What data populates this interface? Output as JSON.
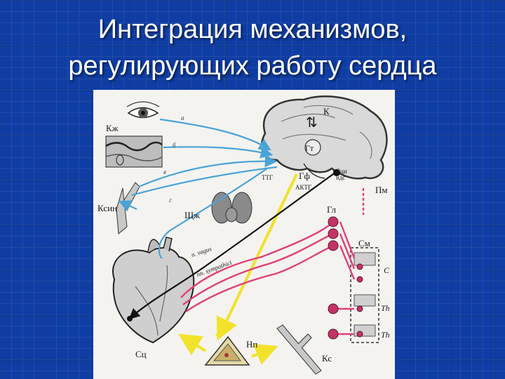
{
  "slide": {
    "title_line1": "Интеграция механизмов,",
    "title_line2": "регулирующих работу сердца",
    "background_color": "#0f3da3",
    "title_color": "#ffffff"
  },
  "diagram": {
    "labels": {
      "cortex": "К",
      "hypothalamus": "Гт",
      "pituitary": "Гф",
      "cortex_arrows": "⇅",
      "ttg": "ТТГ",
      "actg": "АКТГ",
      "sci_ndc": "Сци\nндс",
      "medulla": "Пм",
      "ganglion": "Гл",
      "spinal_cord": "См",
      "c_segment": "С",
      "th_segment_1": "Th",
      "th_segment_2": "Th",
      "skin": "Кж",
      "sinus_vessel": "Ксин",
      "thyroid": "Щж",
      "heart": "Сц",
      "adrenal": "Нп",
      "vessel": "Кс",
      "n_vagus": "n. vagus",
      "n_sympathici": "nn. sympathici",
      "afferent_a": "а",
      "afferent_b": "б",
      "afferent_v": "в",
      "afferent_g": "г"
    },
    "colors": {
      "afferent": "#4aa3d8",
      "sympathetic": "#e0407a",
      "hormonal": "#f2e22a",
      "vagus": "#111111",
      "figure_bg": "#f4f3ef"
    }
  }
}
